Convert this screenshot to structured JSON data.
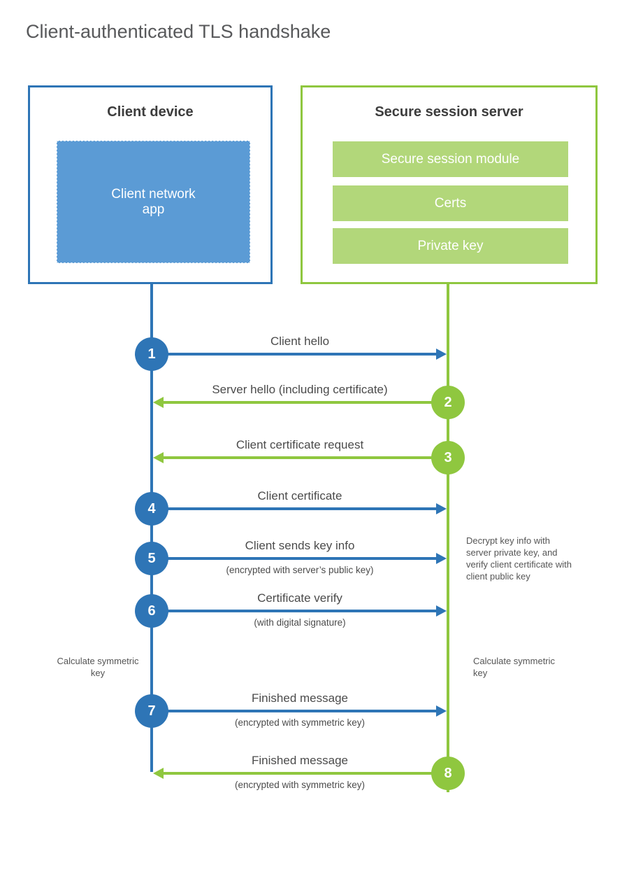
{
  "title": "Client-authenticated TLS handshake",
  "client": {
    "heading": "Client device",
    "app_label": "Client network\napp"
  },
  "server": {
    "heading": "Secure session server",
    "modules": [
      "Secure session module",
      "Certs",
      "Private key"
    ]
  },
  "steps": [
    {
      "num": "1",
      "label": "Client hello",
      "direction": "client-to-server"
    },
    {
      "num": "2",
      "label": "Server hello (including certificate)",
      "direction": "server-to-client"
    },
    {
      "num": "3",
      "label": "Client certificate request",
      "direction": "server-to-client"
    },
    {
      "num": "4",
      "label": "Client certificate",
      "direction": "client-to-server"
    },
    {
      "num": "5",
      "label": "Client sends key info",
      "sub": "(encrypted with server’s public key)",
      "direction": "client-to-server"
    },
    {
      "num": "6",
      "label": "Certificate verify",
      "sub": "(with digital signature)",
      "direction": "client-to-server"
    },
    {
      "num": "7",
      "label": "Finished message",
      "sub": "(encrypted with symmetric key)",
      "direction": "client-to-server"
    },
    {
      "num": "8",
      "label": "Finished message",
      "sub": "(encrypted with symmetric key)",
      "direction": "server-to-client"
    }
  ],
  "notes": {
    "decrypt": "Decrypt key info with server private key, and verify client certificate with client public key",
    "calc_left": "Calculate symmetric key",
    "calc_right": "Calculate symmetric key"
  },
  "colors": {
    "blue": "#2e75b6",
    "light-blue": "#5b9bd5",
    "green": "#8fc73f",
    "light-green": "#b2d77a"
  }
}
